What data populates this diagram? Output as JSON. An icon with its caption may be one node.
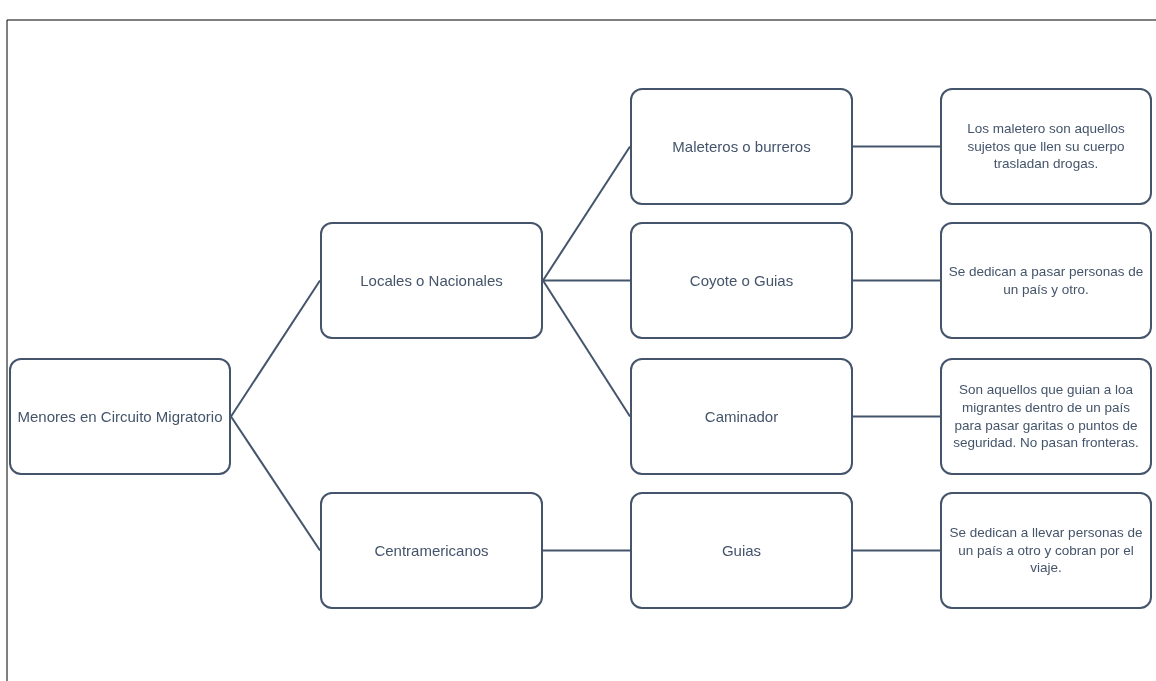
{
  "diagram": {
    "nodes": [
      {
        "text": [
          "Menores en Circuito Migratorio"
        ]
      },
      {
        "text": [
          "Locales o Nacionales"
        ]
      },
      {
        "text": [
          "Centramericanos"
        ]
      },
      {
        "text": [
          "Maleteros o burreros"
        ]
      },
      {
        "text": [
          "Coyote o Guias"
        ]
      },
      {
        "text": [
          "Caminador"
        ]
      },
      {
        "text": [
          "Guias"
        ]
      },
      {
        "text": [
          "Los maletero son aquellos sujetos que llen su cuerpo trasladan drogas."
        ]
      },
      {
        "text": [
          "Se dedican a pasar personas de un país y otro."
        ]
      },
      {
        "text": [
          "Son aquellos que guian a loa migrantes dentro de un país para pasar garitas o puntos de seguridad. No pasan fronteras."
        ]
      },
      {
        "text": [
          "Se dedican a llevar personas de un país a otro y cobran por el viaje."
        ]
      }
    ],
    "edges": [
      {
        "from": 0,
        "to": 1,
        "arrow": "none"
      },
      {
        "from": 0,
        "to": 2,
        "arrow": "none"
      },
      {
        "from": 1,
        "to": 3,
        "arrow": "none"
      },
      {
        "from": 1,
        "to": 4,
        "arrow": "none"
      },
      {
        "from": 1,
        "to": 5,
        "arrow": "none"
      },
      {
        "from": 2,
        "to": 6,
        "arrow": "none"
      },
      {
        "from": 3,
        "to": 7,
        "arrow": "none"
      },
      {
        "from": 4,
        "to": 8,
        "arrow": "none"
      },
      {
        "from": 5,
        "to": 9,
        "arrow": "none"
      },
      {
        "from": 6,
        "to": 10,
        "arrow": "none"
      }
    ]
  }
}
